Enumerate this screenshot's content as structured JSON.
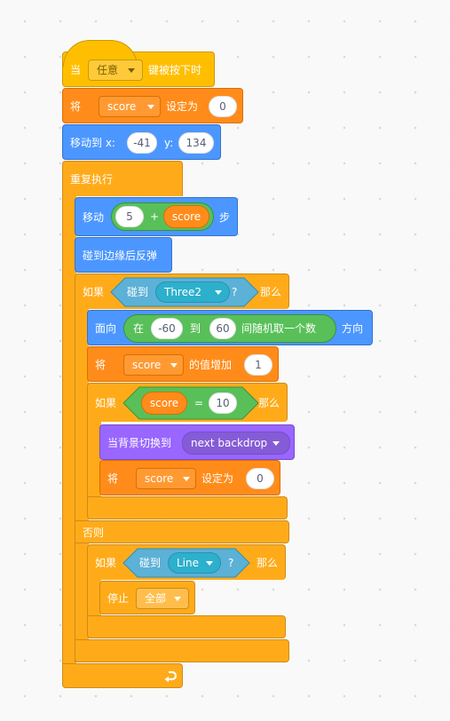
{
  "hat": {
    "when": "当",
    "key_option": "任意",
    "pressed": "键被按下时"
  },
  "set1": {
    "label": "将",
    "variable": "score",
    "to": "设定为",
    "value": "0"
  },
  "goto": {
    "label": "移动到 x:",
    "x": "-41",
    "y_label": "y:",
    "y": "134"
  },
  "forever": {
    "label": "重复执行"
  },
  "move": {
    "label": "移动",
    "steps_left": "5",
    "plus": "+",
    "var": "score",
    "steps": "步"
  },
  "bounce": {
    "label": "碰到边缘后反弹"
  },
  "if1": {
    "label": "如果",
    "touching": "碰到",
    "sprite": "Three2",
    "question": "?",
    "then": "那么"
  },
  "point": {
    "label": "面向",
    "in": "在",
    "from": "-60",
    "to": "到",
    "to_value": "60",
    "random": "间随机取一个数",
    "direction": "方向"
  },
  "change": {
    "label": "将",
    "variable": "score",
    "increase": "的值增加",
    "value": "1"
  },
  "if2": {
    "label": "如果",
    "var": "score",
    "eq": "=",
    "value": "10",
    "then": "那么"
  },
  "backdrop": {
    "label": "当背景切换到",
    "option": "next backdrop"
  },
  "set2": {
    "label": "将",
    "variable": "score",
    "to": "设定为",
    "value": "0"
  },
  "else": {
    "label": "否则"
  },
  "if3": {
    "label": "如果",
    "touching": "碰到",
    "sprite": "Line",
    "question": "?",
    "then": "那么"
  },
  "stop": {
    "label": "停止",
    "option": "全部"
  },
  "icons": {
    "loop_arrow": "loop-arrow-icon"
  },
  "colors": {
    "events": "#ffbf00",
    "variables": "#ff8c1a",
    "motion": "#4c97ff",
    "control": "#ffab19",
    "sensing": "#5cb1d6",
    "operators": "#59c059",
    "looks": "#9966ff"
  }
}
